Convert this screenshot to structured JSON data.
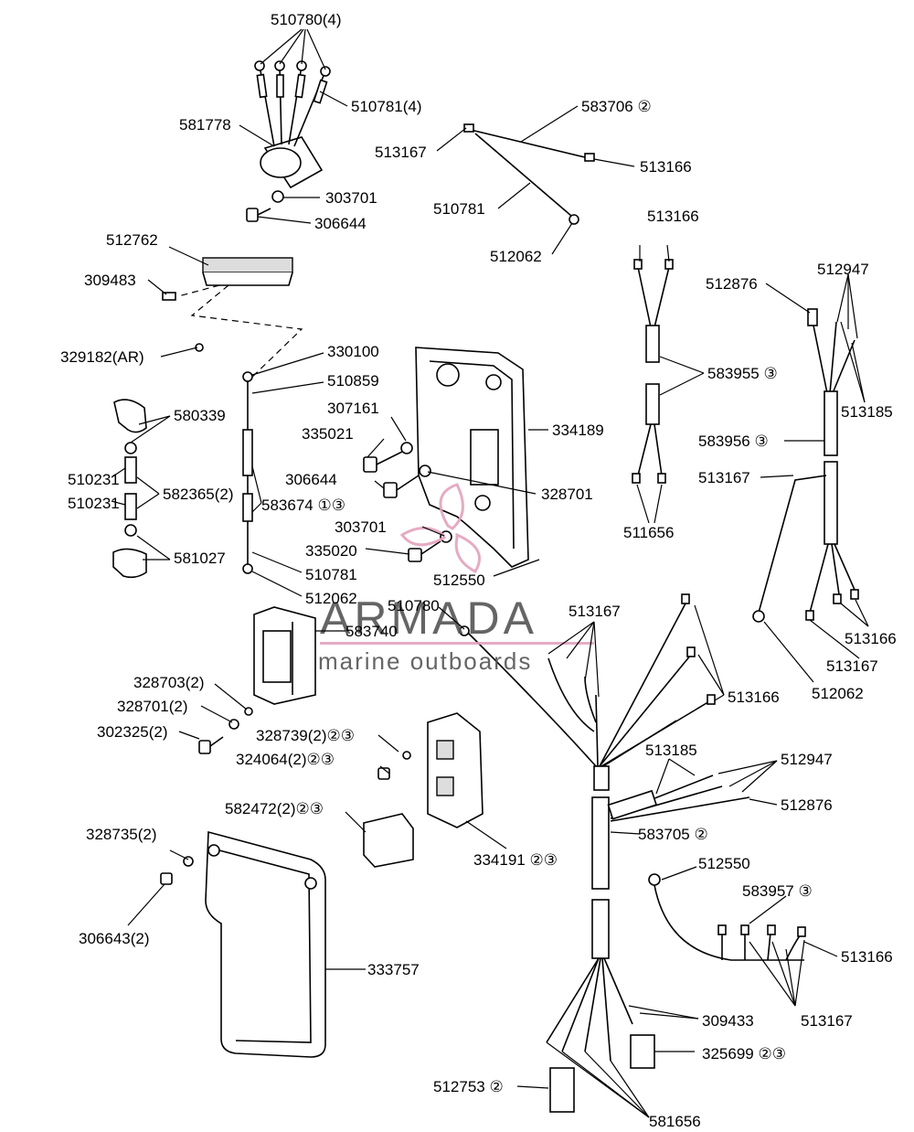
{
  "labels": {
    "p510780_4": "510780(4)",
    "p510781_4": "510781(4)",
    "p581778": "581778",
    "p303701_a": "303701",
    "p306644_a": "306644",
    "p583706": "583706 ②",
    "p513167_a": "513167",
    "p513166_a": "513166",
    "p510781_a": "510781",
    "p512062_a": "512062",
    "p512762": "512762",
    "p309483": "309483",
    "p329182": "329182(AR)",
    "p330100": "330100",
    "p510859": "510859",
    "p307161": "307161",
    "p335021": "335021",
    "p334189": "334189",
    "p306644_b": "306644",
    "p328701": "328701",
    "p303701_b": "303701",
    "p335020": "335020",
    "p580339": "580339",
    "p510231_a": "510231",
    "p510231_b": "510231",
    "p582365": "582365(2)",
    "p583674": "583674 ①③",
    "p581027": "581027",
    "p510781_b": "510781",
    "p512062_b": "512062",
    "p512550_a": "512550",
    "p513166_b": "513166",
    "p583955": "583955 ③",
    "p511656": "511656",
    "p512876_a": "512876",
    "p512947_a": "512947",
    "p513185_a": "513185",
    "p583956": "583956 ③",
    "p513167_b": "513167",
    "p513166_c": "513166",
    "p513167_c": "513167",
    "p512062_c": "512062",
    "p510780": "510780",
    "p513167_d": "513167",
    "p583740": "583740",
    "p513166_d": "513166",
    "p328703": "328703(2)",
    "p328701_2": "328701(2)",
    "p302325": "302325(2)",
    "p328739": "328739(2)②③",
    "p324064": "324064(2)②③",
    "p513185_b": "513185",
    "p512947_b": "512947",
    "p512876_b": "512876",
    "p582472": "582472(2)②③",
    "p583705": "583705 ②",
    "p328735": "328735(2)",
    "p334191": "334191 ②③",
    "p512550_b": "512550",
    "p583957": "583957 ③",
    "p306643": "306643(2)",
    "p333757": "333757",
    "p513166_e": "513166",
    "p309433": "309433",
    "p513167_e": "513167",
    "p325699": "325699 ②③",
    "p512753": "512753 ②",
    "p581656": "581656"
  },
  "watermark": {
    "brand": "ARMADA",
    "tagline": "marine outboards",
    "color": "#e3a3bd"
  }
}
